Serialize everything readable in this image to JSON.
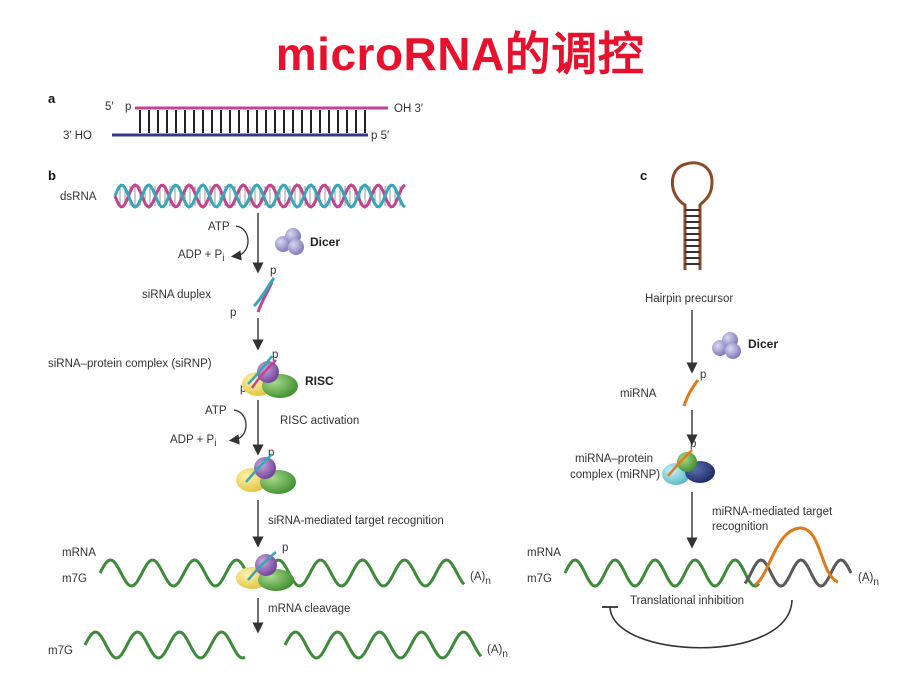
{
  "title": "microRNA的调控",
  "panel_a": {
    "label": "a",
    "top_left": "5′",
    "top_p": "p",
    "top_right": "OH  3′",
    "bottom_left": "3′  HO",
    "bottom_right": "p  5′"
  },
  "panel_b": {
    "label": "b",
    "dsrna": "dsRNA",
    "atp1": "ATP",
    "adp1": "ADP + P",
    "adp1_sub": "i",
    "dicer": "Dicer",
    "p1": "p",
    "sirna_duplex": "siRNA duplex",
    "p2": "p",
    "sirnp": "siRNA–protein complex (siRNP)",
    "p3": "p",
    "p4": "p",
    "risc": "RISC",
    "atp2": "ATP",
    "risc_activation": "RISC activation",
    "adp2": "ADP + P",
    "adp2_sub": "i",
    "p5": "p",
    "target_recognition": "siRNA-mediated target recognition",
    "p6": "p",
    "mrna": "mRNA",
    "m7g1": "m7G",
    "an1": "(A)",
    "an1_sub": "n",
    "cleavage": "mRNA cleavage",
    "m7g2": "m7G",
    "an2": "(A)",
    "an2_sub": "n"
  },
  "panel_c": {
    "label": "c",
    "hairpin": "Hairpin precursor",
    "dicer": "Dicer",
    "p1": "p",
    "mirna": "miRNA",
    "p2": "p",
    "mirnp_line1": "miRNA–protein",
    "mirnp_line2": "complex (miRNP)",
    "target_line1": "miRNA-mediated target",
    "target_line2": "recognition",
    "mrna": "mRNA",
    "m7g": "m7G",
    "an": "(A)",
    "an_sub": "n",
    "inhibition": "Translational inhibition"
  },
  "colors": {
    "title": "#e8112d",
    "sense_strand": "#c2438f",
    "antisense_strand": "#35398a",
    "mrna_green": "#3d8a3a",
    "mirna_orange": "#e07a1b",
    "hairpin_brown": "#8a4a2a",
    "dicer_purple": "#8f89c4"
  }
}
